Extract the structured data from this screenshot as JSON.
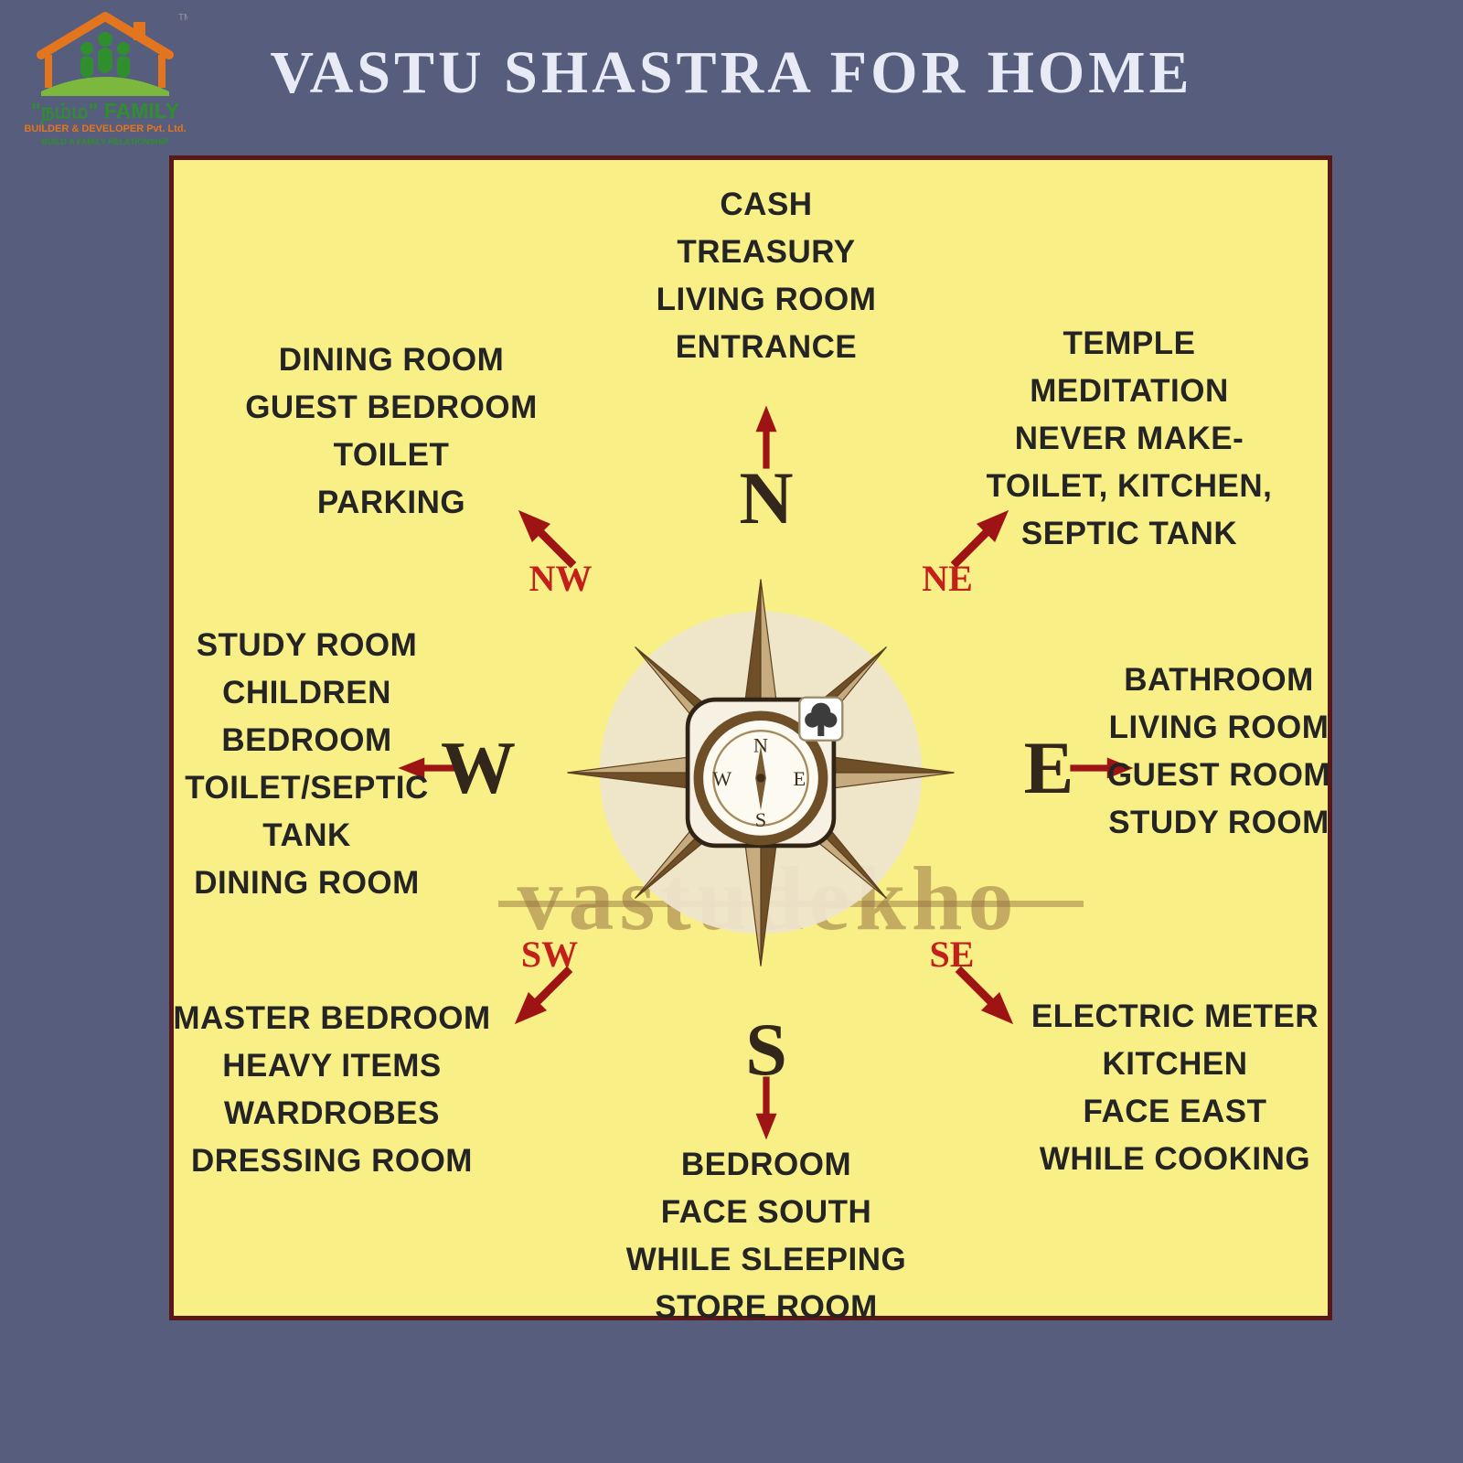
{
  "page": {
    "title": "VASTU SHASTRA FOR HOME",
    "background_color": "#575d7d",
    "panel_color": "#f8ef87",
    "panel_border_color": "#5a1717",
    "arrow_color": "#9e1414",
    "sub_label_color": "#c3201c"
  },
  "logo": {
    "brand": "\"நம்ம\" FAMILY",
    "subtitle": "BUILDER & DEVELOPER Pvt. Ltd.",
    "tagline": "BUILD A FAMILY RELATIONSHIP",
    "trademark": "TM"
  },
  "watermark": "vastudekho",
  "compass": {
    "dial": {
      "n": "N",
      "e": "E",
      "s": "S",
      "w": "W"
    }
  },
  "directions": {
    "north": {
      "letter": "N",
      "lines": [
        "CASH",
        "TREASURY",
        "LIVING ROOM",
        "ENTRANCE"
      ]
    },
    "north_east": {
      "sub": "NE",
      "lines": [
        "TEMPLE",
        "MEDITATION",
        "NEVER MAKE-",
        "TOILET, KITCHEN,",
        "SEPTIC TANK"
      ]
    },
    "east": {
      "letter": "E",
      "lines": [
        "BATHROOM",
        "LIVING ROOM",
        "GUEST ROOM",
        "STUDY ROOM"
      ]
    },
    "south_east": {
      "sub": "SE",
      "lines": [
        "ELECTRIC METER",
        "KITCHEN",
        "FACE EAST",
        "WHILE COOKING"
      ]
    },
    "south": {
      "letter": "S",
      "lines": [
        "BEDROOM",
        "FACE SOUTH",
        "WHILE SLEEPING",
        "STORE ROOM"
      ]
    },
    "south_west": {
      "sub": "SW",
      "lines": [
        "MASTER BEDROOM",
        "HEAVY ITEMS",
        "WARDROBES",
        "DRESSING ROOM"
      ]
    },
    "west": {
      "letter": "W",
      "lines": [
        "STUDY ROOM",
        "CHILDREN",
        "BEDROOM",
        "TOILET/SEPTIC",
        "TANK",
        "DINING ROOM"
      ]
    },
    "north_west": {
      "sub": "NW",
      "lines": [
        "DINING ROOM",
        "GUEST BEDROOM",
        "TOILET",
        "PARKING"
      ]
    }
  }
}
